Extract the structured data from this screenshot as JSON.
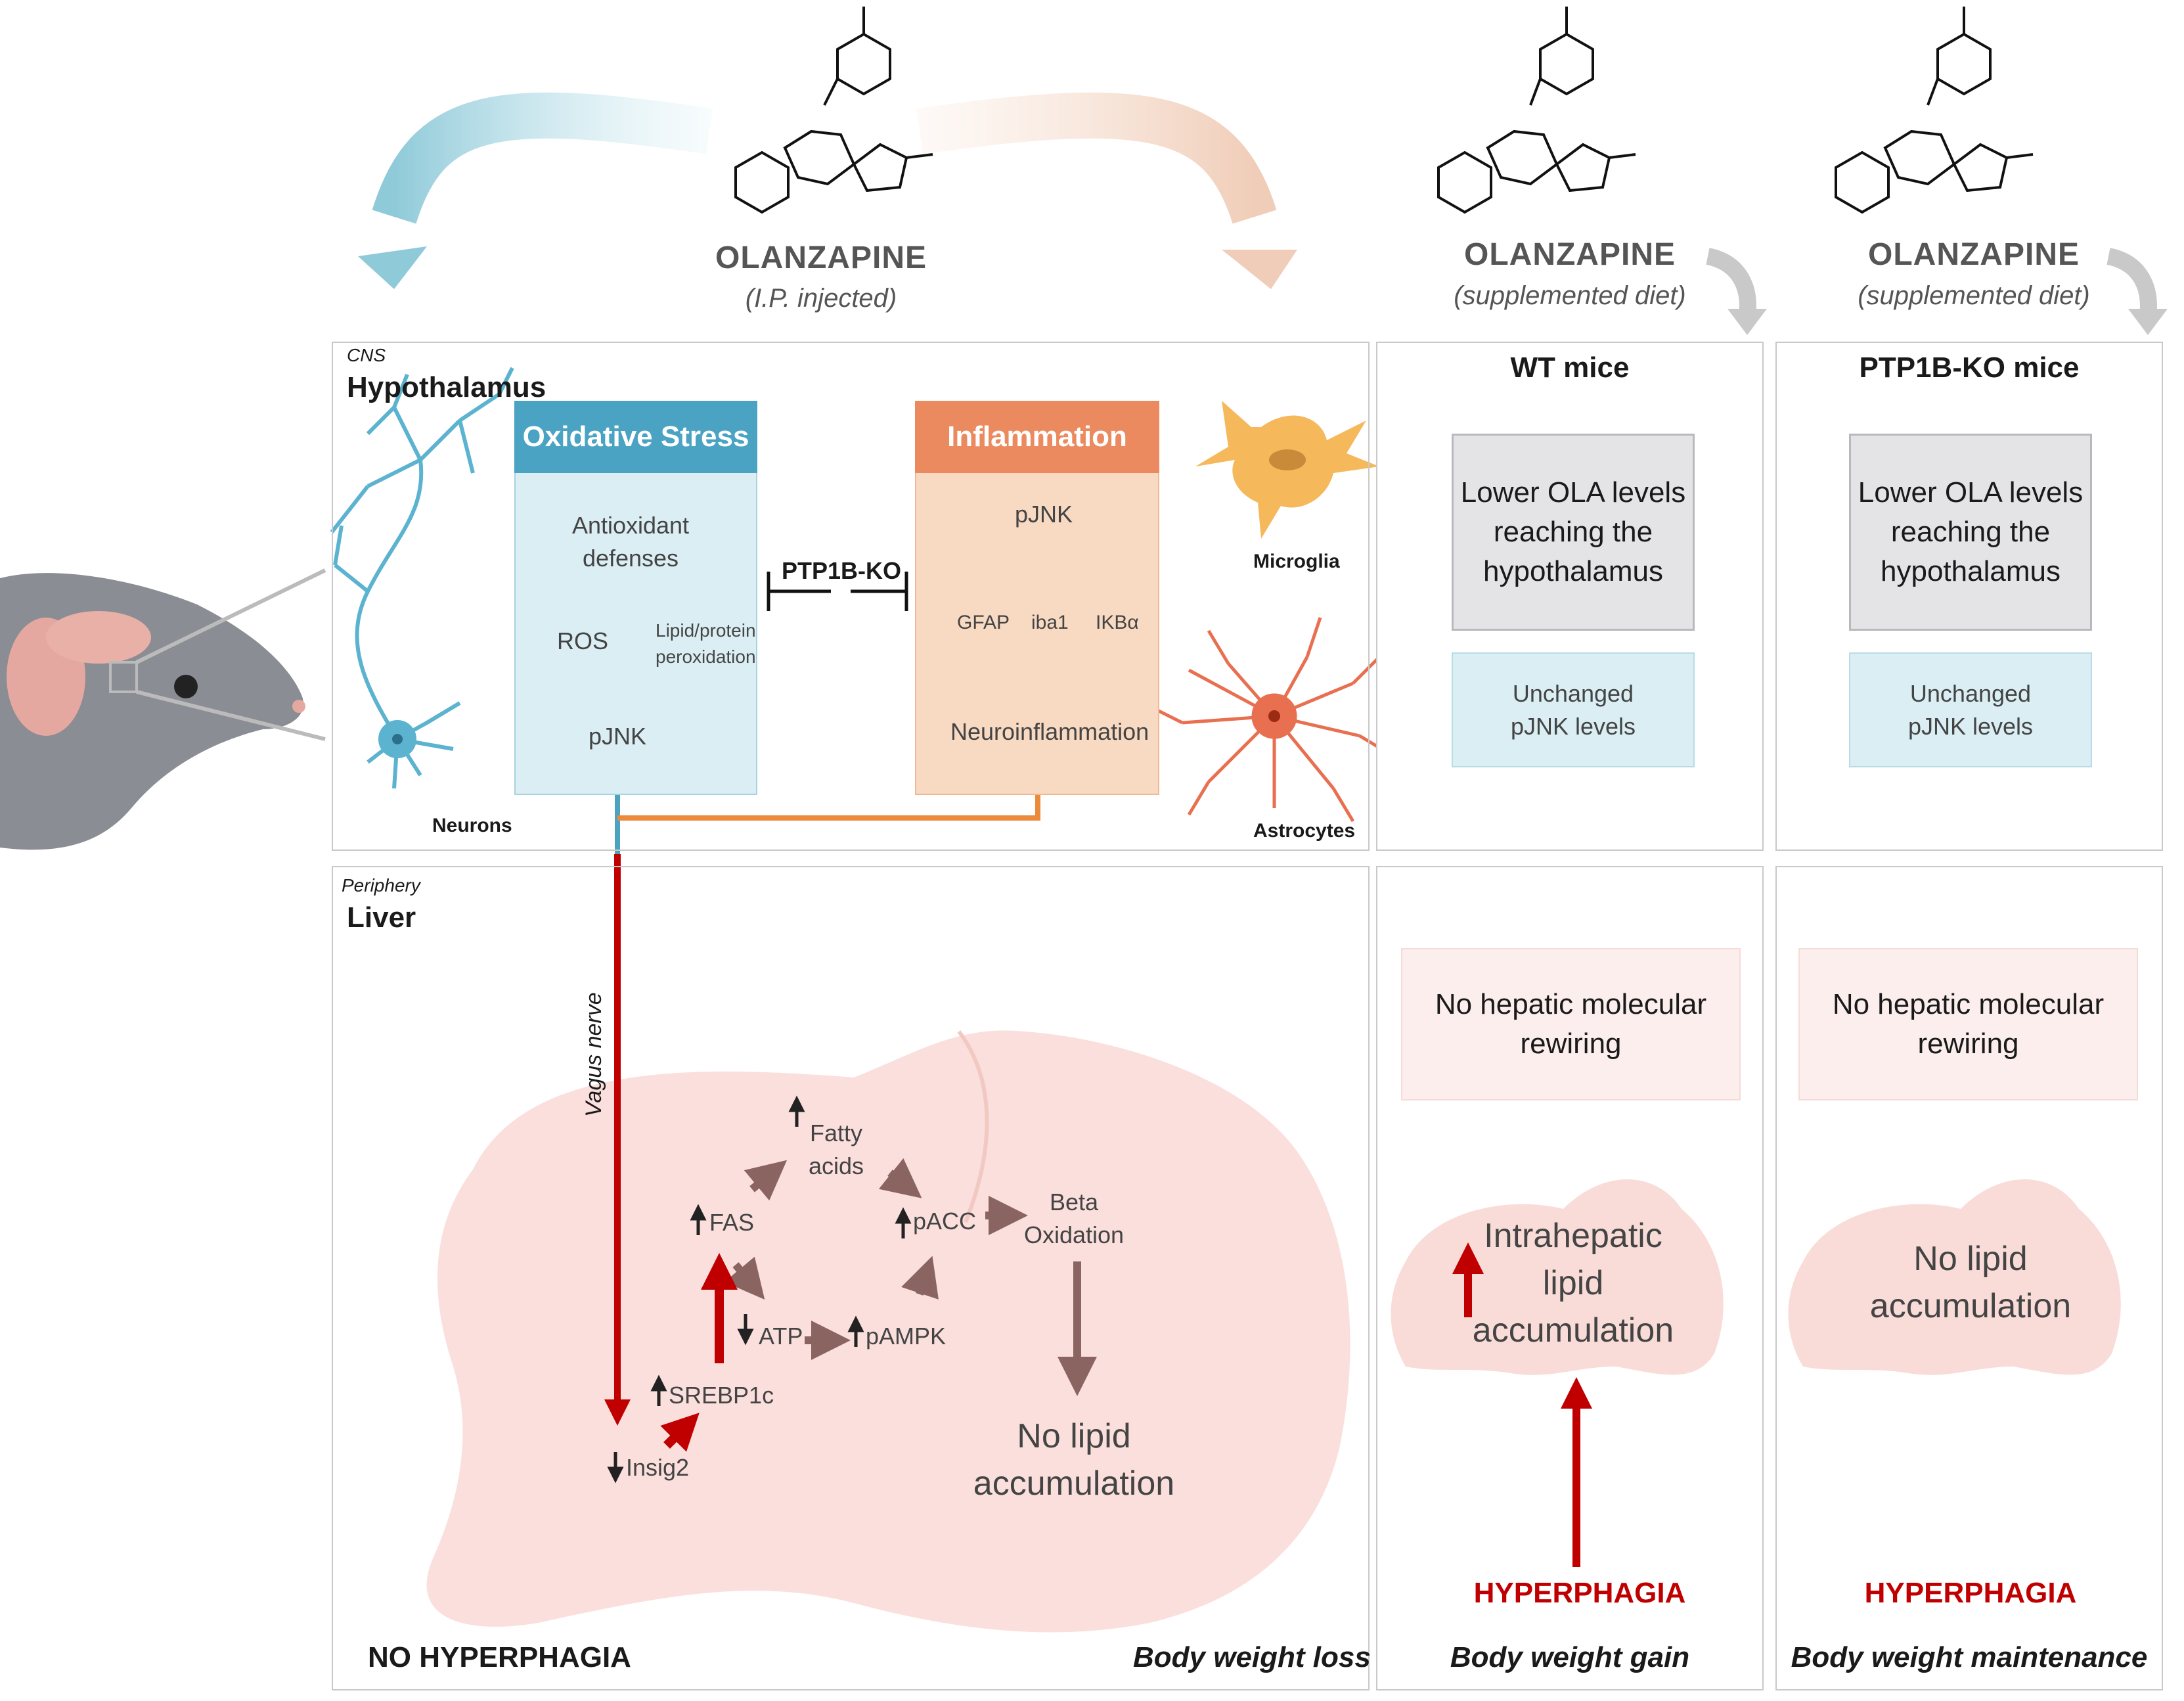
{
  "drugs": {
    "ip": {
      "name": "OLANZAPINE",
      "route": "(I.P. injected)"
    },
    "wt": {
      "name": "OLANZAPINE",
      "route": "(supplemented diet)"
    },
    "ko": {
      "name": "OLANZAPINE",
      "route": "(supplemented diet)"
    }
  },
  "cns": {
    "region_tag": "CNS",
    "region": "Hypothalamus",
    "neurons_label": "Neurons",
    "microglia_label": "Microglia",
    "astrocytes_label": "Astrocytes",
    "ptp1b_label": "PTP1B-KO",
    "oxidative": {
      "title": "Oxidative Stress",
      "antioxidant": "Antioxidant\ndefenses",
      "ros": "ROS",
      "lipid": "Lipid/protein\nperoxidation",
      "pjnk": "pJNK"
    },
    "inflammation": {
      "title": "Inflammation",
      "pjnk": "pJNK",
      "gfap": "GFAP",
      "iba1": "iba1",
      "ikba": "IKBα",
      "neuro": "Neuroinflammation"
    }
  },
  "liver": {
    "region_tag": "Periphery",
    "region": "Liver",
    "vagus": "Vagus nerve",
    "fatty_acids": "Fatty\nacids",
    "fas": "FAS",
    "pacc": "pACC",
    "beta": "Beta\nOxidation",
    "atp": "ATP",
    "pampk": "pAMPK",
    "srebp": "SREBP1c",
    "insig": "Insig2",
    "no_lipid": "No lipid\naccumulation",
    "no_hyper": "NO HYPERPHAGIA",
    "bw": "Body weight loss"
  },
  "wt": {
    "title": "WT mice",
    "ola_levels": "Lower OLA levels\nreaching the\nhypothalamus",
    "pjnk": "Unchanged\npJNK levels",
    "hepatic": "No hepatic molecular\nrewiring",
    "lipid": "Intrahepatic\nlipid\naccumulation",
    "hyper": "HYPERPHAGIA",
    "bw": "Body weight gain"
  },
  "ko": {
    "title": "PTP1B-KO mice",
    "ola_levels": "Lower OLA levels\nreaching the\nhypothalamus",
    "pjnk": "Unchanged\npJNK levels",
    "hepatic": "No hepatic molecular\nrewiring",
    "lipid": "No lipid\naccumulation",
    "hyper": "HYPERPHAGIA",
    "bw": "Body weight maintenance"
  },
  "colors": {
    "teal": "#4aa3bf",
    "teal_header": "#4ba3c3",
    "orange_header": "#ec8a5f",
    "liver_pink": "#f9dcd8",
    "red": "#c00000",
    "brown_arrow": "#8a6460"
  }
}
